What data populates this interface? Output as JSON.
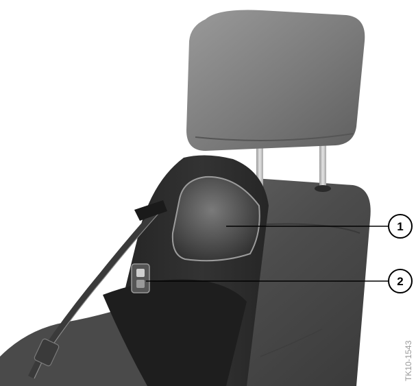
{
  "figure": {
    "callouts": [
      {
        "label": "1"
      },
      {
        "label": "2"
      }
    ],
    "code": "TK10-1543",
    "colors": {
      "seat_dark": "#2e2e2e",
      "seat_mid": "#5a5a5a",
      "seat_light": "#8a8a8a",
      "headrest": "#7c7c7c",
      "rods": "#c4c4c4",
      "line": "#000000",
      "background": "#ffffff"
    }
  }
}
